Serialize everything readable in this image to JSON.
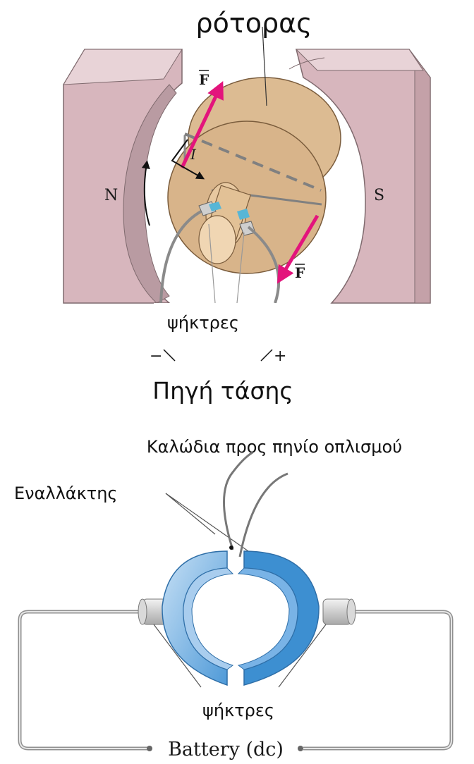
{
  "motor": {
    "title": "ρότορας",
    "north_pole": "N",
    "south_pole": "S",
    "force_label": "F",
    "current_label": "I",
    "brushes_label": "ψήκτρες",
    "minus": "−",
    "plus": "+",
    "source_label": "Πηγή τάσης",
    "colors": {
      "magnet": "#d7b6bd",
      "rotor": "#d8b48a",
      "force": "#e3147c",
      "brush_tab": "#57b6d6"
    }
  },
  "commutator": {
    "wires_label": "Καλώδια προς πηνίο οπλισμού",
    "commutator_label": "Εναλλάκτης",
    "brushes_label": "ψήκτρες",
    "battery_label": "Battery (dc)",
    "colors": {
      "ring": "#8dbde8",
      "ring_dark": "#3d8fd1",
      "circuit": "#8f8f8f"
    }
  }
}
